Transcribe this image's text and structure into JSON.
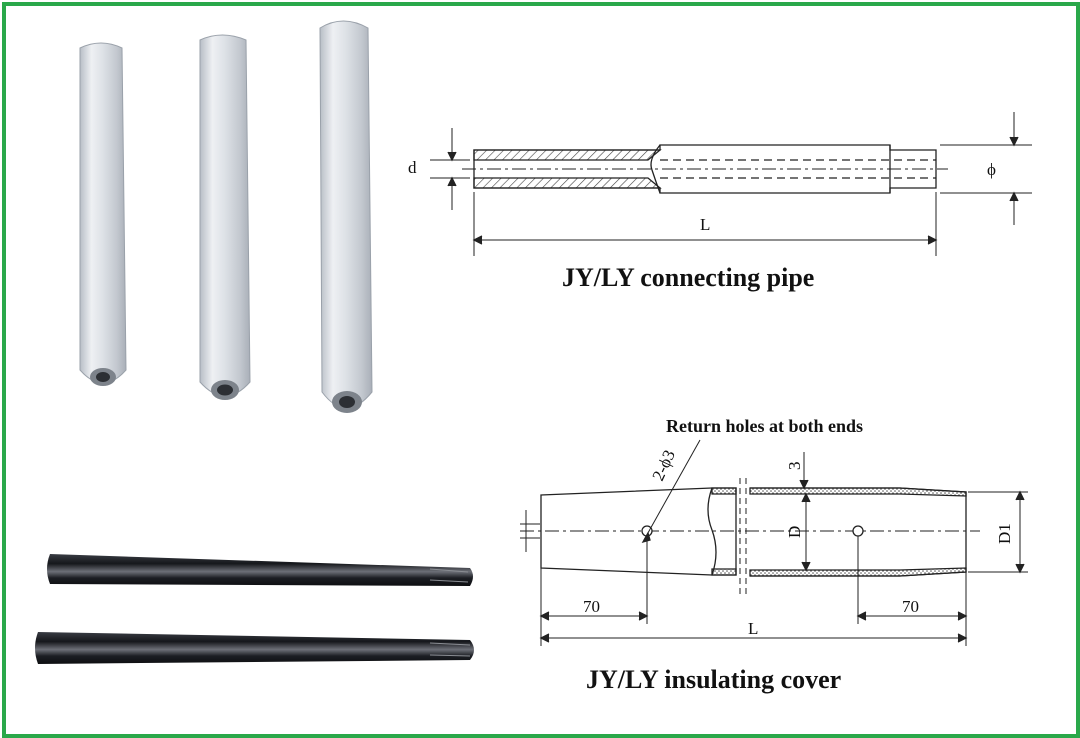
{
  "top_diagram": {
    "caption": "JY/LY connecting pipe",
    "dim_d": "d",
    "dim_phi": "ϕ",
    "dim_L": "L"
  },
  "bottom_diagram": {
    "caption": "JY/LY insulating cover",
    "note": "Return holes at both ends",
    "hole_label": "2-ϕ3",
    "dim_3": "3",
    "dim_D": "D",
    "dim_D1": "D1",
    "dim_70_left": "70",
    "dim_70_right": "70",
    "dim_L": "L"
  },
  "colors": {
    "frame": "#2aa84a",
    "aluminum": "#d9dde2",
    "black_sleeve": "#1b1d22"
  }
}
